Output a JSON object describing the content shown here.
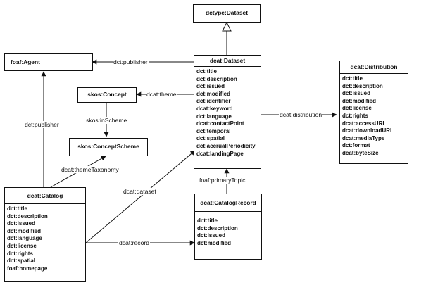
{
  "classes": {
    "dctype_dataset": {
      "name": "dctype:Dataset"
    },
    "foaf_agent": {
      "name": "foaf:Agent"
    },
    "dataset": {
      "name": "dcat:Dataset",
      "props": [
        "dct:title",
        "dct:description",
        "dct:issued",
        "dct:modified",
        "dct:identifier",
        "dcat:keyword",
        "dct:language",
        "dcat:contactPoint",
        "dct:temporal",
        "dct:spatial",
        "dct:accrualPeriodicity",
        "dcat:landingPage"
      ]
    },
    "skos_concept": {
      "name": "skos:Concept"
    },
    "skos_concept_scheme": {
      "name": "skos:ConceptScheme"
    },
    "distribution": {
      "name": "dcat:Distribution",
      "props": [
        "dct:title",
        "dct:description",
        "dct:issued",
        "dct:modified",
        "dct:license",
        "dct:rights",
        "dcat:accessURL",
        "dcat:downloadURL",
        "dcat:mediaType",
        "dct:format",
        "dcat:byteSize"
      ]
    },
    "catalog": {
      "name": "dcat:Catalog",
      "props": [
        "dct:title",
        "dct:description",
        "dct:issued",
        "dct:modified",
        "dct:language",
        "dct:license",
        "dct:rights",
        "dct:spatial",
        "foaf:homepage"
      ]
    },
    "catalog_record": {
      "name": "dcat:CatalogRecord",
      "props": [
        "dct:title",
        "dct:description",
        "dct:issued",
        "dct:modified"
      ]
    }
  },
  "edges": {
    "publisher_top": "dct:publisher",
    "theme": "dcat:theme",
    "in_scheme": "skos:inScheme",
    "publisher_left": "dct:publisher",
    "distribution": "dcat:distribution",
    "theme_taxonomy": "dcat:themeTaxonomy",
    "dataset": "dcat:dataset",
    "primary_topic": "foaf:primaryTopic",
    "record": "dcat:record"
  }
}
